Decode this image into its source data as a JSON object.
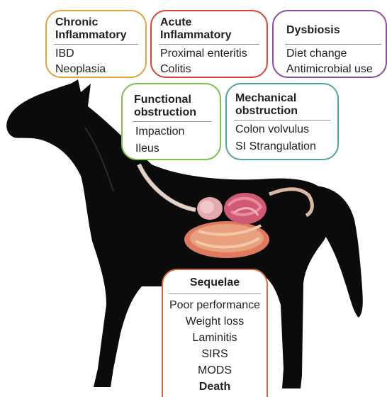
{
  "boxes": {
    "chronic": {
      "title_line1": "Chronic",
      "title_line2": "Inflammatory",
      "items": [
        "IBD",
        "Neoplasia"
      ],
      "color": "#e2a33d"
    },
    "acute": {
      "title_line1": "Acute",
      "title_line2": "Inflammatory",
      "items": [
        "Proximal enteritis",
        "Colitis"
      ],
      "color": "#d8433a"
    },
    "dysbiosis": {
      "title": "Dysbiosis",
      "items": [
        "Diet change",
        "Antimicrobial use"
      ],
      "color": "#8a4f9e"
    },
    "functional": {
      "title_line1": "Functional",
      "title_line2": "obstruction",
      "items": [
        "Impaction",
        "Ileus"
      ],
      "color": "#7ec04e"
    },
    "mechanical": {
      "title_line1": "Mechanical",
      "title_line2": "obstruction",
      "items": [
        "Colon volvulus",
        "SI Strangulation"
      ],
      "color": "#4fa69c"
    },
    "sequelae": {
      "title": "Sequelae",
      "items": [
        "Poor performance",
        "Weight loss",
        "Laminitis",
        "SIRS",
        "MODS",
        "Death"
      ],
      "color": "#d46a3b"
    }
  },
  "illustration": {
    "subject": "horse-silhouette",
    "organs": "gastrointestinal-tract",
    "silhouette_color": "#0b0b0b",
    "gut_color": "#e89a7a"
  }
}
